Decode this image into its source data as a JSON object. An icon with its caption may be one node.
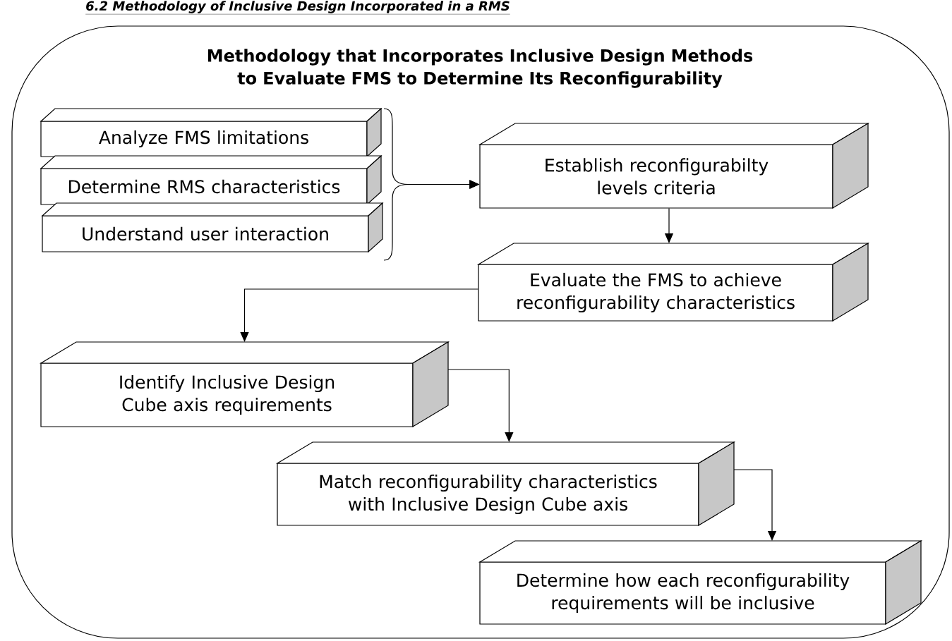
{
  "diagram": {
    "title": "6.2 Methodology of Inclusive Design Incorporated in a RMS",
    "nodes": [
      {
        "text": [
          "Methodology that Incorporates Inclusive Design Methods to Evaluate FMS to Determine Its Reconfigurability"
        ]
      },
      {
        "text": [
          "Analyze FMS limitations"
        ],
        "in": 0
      },
      {
        "text": [
          "Determine RMS characteristics"
        ],
        "in": 0
      },
      {
        "text": [
          "Understand user interaction"
        ],
        "in": 0
      },
      {
        "text": [
          "Establish reconfigurabilty levels criteria"
        ],
        "in": 0
      },
      {
        "text": [
          "Evaluate the FMS to achieve reconfigurability characteristics"
        ],
        "in": 0
      },
      {
        "text": [
          "Identify Inclusive Design Cube axis requirements"
        ],
        "in": 0
      },
      {
        "text": [
          "Match reconfigurability characteristics with Inclusive Design Cube axis"
        ],
        "in": 0
      },
      {
        "text": [
          "Determine how each reconfigurability requirements will be inclusive"
        ],
        "in": 0
      }
    ],
    "edges": [
      {
        "from": 1,
        "to": 4,
        "arrow": "to"
      },
      {
        "from": 2,
        "to": 4,
        "arrow": "to"
      },
      {
        "from": 3,
        "to": 4,
        "arrow": "to"
      },
      {
        "from": 4,
        "to": 5,
        "arrow": "to"
      },
      {
        "from": 5,
        "to": 6,
        "arrow": "to"
      },
      {
        "from": 6,
        "to": 7,
        "arrow": "to"
      },
      {
        "from": 7,
        "to": 8,
        "arrow": "to"
      }
    ]
  }
}
